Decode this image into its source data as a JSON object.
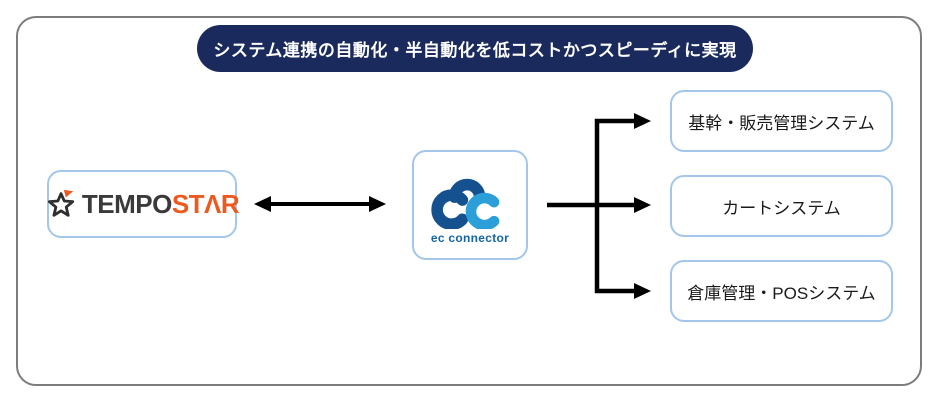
{
  "banner": {
    "text": "システム連携の自動化・半自動化を低コストかつスピーディに実現",
    "bg_color": "#1b2a5c",
    "text_color": "#ffffff"
  },
  "tempostar": {
    "text_tempo": "TEMPO",
    "text_star": "STΛR",
    "tempo_color": "#3a3a3a",
    "star_color": "#ec5a1f",
    "icon": "star-icon"
  },
  "ec_connector": {
    "label": "ec connector",
    "label_color": "#1565a8",
    "cloud_dark_color": "#15518f",
    "cloud_light_color": "#2d9fd8",
    "icon": "cloud-icon"
  },
  "targets": [
    {
      "label": "基幹・販売管理システム"
    },
    {
      "label": "カートシステム"
    },
    {
      "label": "倉庫管理・POSシステム"
    }
  ],
  "connections": [
    {
      "from": "TEMPOSTAR",
      "to": "ec connector",
      "type": "bidirectional-arrow"
    },
    {
      "from": "ec connector",
      "to": "基幹・販売管理システム",
      "type": "arrow"
    },
    {
      "from": "ec connector",
      "to": "カートシステム",
      "type": "arrow"
    },
    {
      "from": "ec connector",
      "to": "倉庫管理・POSシステム",
      "type": "arrow"
    }
  ],
  "colors": {
    "node_border": "#a3c6ea",
    "outer_border": "#7d7d7d",
    "arrow": "#000000",
    "background": "#ffffff"
  }
}
